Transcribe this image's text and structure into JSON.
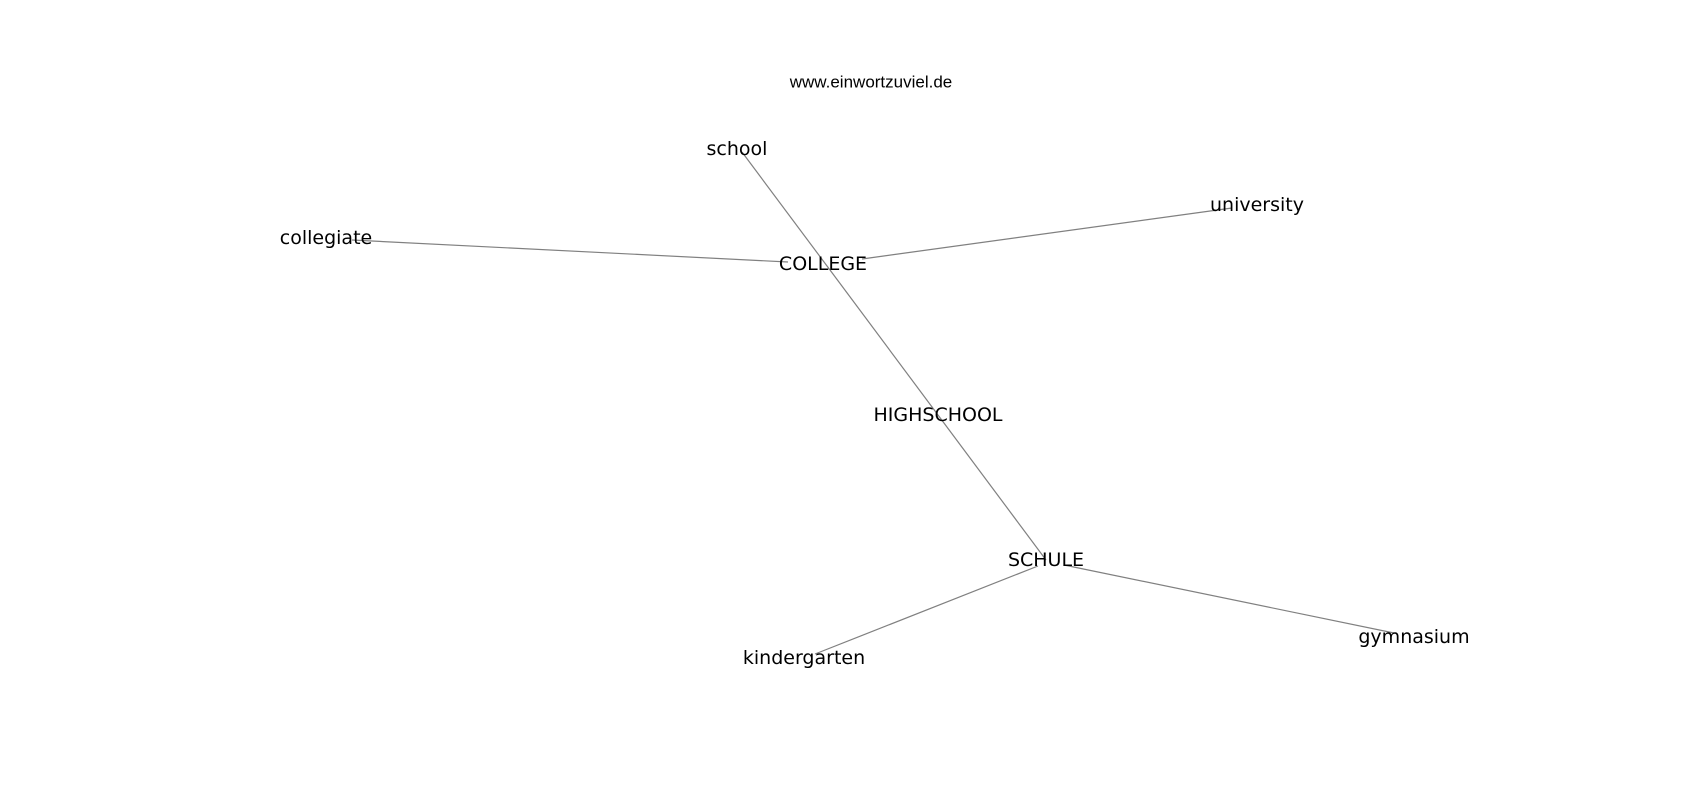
{
  "watermark": "www.einwortzuviel.de",
  "colors": {
    "edge": "#808080",
    "label": "#000000",
    "background": "#ffffff"
  },
  "nodes": [
    {
      "id": "school",
      "label": "school"
    },
    {
      "id": "university",
      "label": "university"
    },
    {
      "id": "collegiate",
      "label": "collegiate"
    },
    {
      "id": "college",
      "label": "COLLEGE"
    },
    {
      "id": "highschool",
      "label": "HIGHSCHOOL"
    },
    {
      "id": "schule",
      "label": "SCHULE"
    },
    {
      "id": "kindergarten",
      "label": "kindergarten"
    },
    {
      "id": "gymnasium",
      "label": "gymnasium"
    }
  ],
  "edges": [
    {
      "from": "school",
      "to": "college"
    },
    {
      "from": "college",
      "to": "university"
    },
    {
      "from": "college",
      "to": "collegiate"
    },
    {
      "from": "college",
      "to": "highschool"
    },
    {
      "from": "highschool",
      "to": "schule"
    },
    {
      "from": "schule",
      "to": "kindergarten"
    },
    {
      "from": "schule",
      "to": "gymnasium"
    }
  ]
}
